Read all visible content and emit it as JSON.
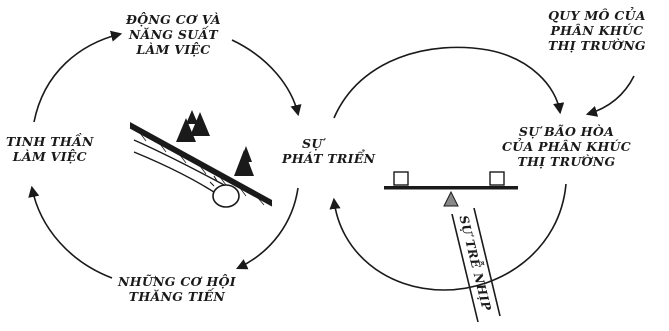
{
  "labels": {
    "dong_co": [
      "ĐỘNG CƠ VÀ",
      "NĂNG SUẤT",
      "LÀM VIỆC"
    ],
    "tinh_than": [
      "TINH THẦN",
      "LÀM VIỆC"
    ],
    "co_hoi": [
      "NHỮNG CƠ HỘI",
      "THĂNG TIẾN"
    ],
    "phat_trien": [
      "SỰ",
      "PHÁT TRIỂN"
    ],
    "quy_mo": [
      "QUY MÔ CỦA",
      "PHÂN KHÚC",
      "THỊ TRƯỜNG"
    ],
    "bao_hoa": [
      "SỰ BÃO HÒA",
      "CỦA PHÂN KHÚC",
      "THỊ TRƯỜNG"
    ],
    "tre_nhip": "SỰ TRỄ NHỊP"
  },
  "icons": {
    "left": "downhill-snowball-icon",
    "right": "balance-seesaw-icon"
  },
  "colors": {
    "ink": "#1a1a1a",
    "background": "#ffffff",
    "shade": "#888888"
  }
}
